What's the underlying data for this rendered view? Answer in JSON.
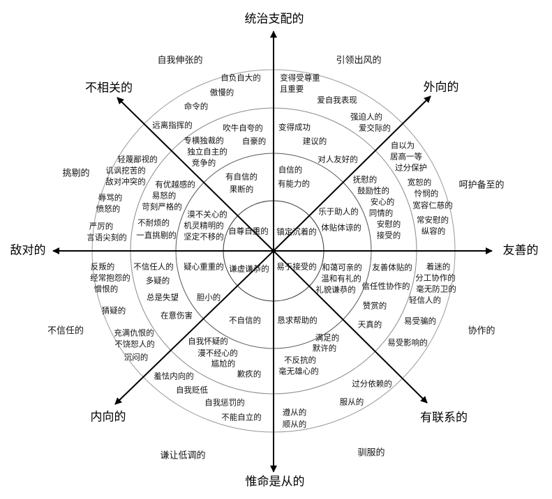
{
  "axes": {
    "top": "统治支配的",
    "bottom": "惟命是从的",
    "left": "敌对的",
    "right": "友善的",
    "upper_left": "不相关的",
    "upper_right": "外向的",
    "lower_left": "内向的",
    "lower_right": "有联系的"
  },
  "outer": {
    "o1": "自我伸张的",
    "o2": "引领出风的",
    "o3": "挑剔的",
    "o4": "呵护备至的",
    "o5": "不信任的",
    "o6": "协作的",
    "o7": "谦让低调的",
    "o8": "驯服的"
  },
  "ring3": {
    "a1": "自负自大的",
    "a2": "傲慢的",
    "a3": "命令的",
    "a4": "远离指挥的",
    "b1": "变得受尊重",
    "b2": "且重要",
    "b3": "爱自我表现",
    "b4": "强迫人的",
    "b5": "爱交际的",
    "c1": "轻蔑鄙视的",
    "c2": "讥讽挖苦的",
    "c3": "敌对冲突的",
    "c4": "辱骂的",
    "c5": "愤怒的",
    "c6": "严厉的",
    "c7": "言语尖刻的",
    "d1": "自以为",
    "d2": "居高一等",
    "d3": "过分保护",
    "d4": "宽恕的",
    "d5": "怜悯的",
    "d6": "宽容仁慈的",
    "d7": "常安慰的",
    "d8": "纵容的",
    "e1": "反叛的",
    "e2": "经常抱怨的",
    "e3": "憎恨的",
    "e4": "猜疑的",
    "e5": "充满仇恨的",
    "e6": "不饶恕人的",
    "e7": "沉闷的",
    "f1": "着迷的",
    "f2": "分工协作的",
    "f3": "毫无防卫的",
    "f4": "轻信人的",
    "f5": "易受骗的",
    "f6": "易受影响的",
    "g1": "羞怯内向的",
    "g2": "自我贬低",
    "g3": "自我惩罚的",
    "g4": "不能自立的",
    "h1": "过分依赖的",
    "h2": "服从的",
    "h3": "遵从的",
    "h4": "顺从的"
  },
  "ring2": {
    "a1": "吹牛自夸的",
    "a2": "自豪的",
    "a3": "专横独裁的",
    "a4": "独立自主的",
    "a5": "竞争的",
    "b1": "变得成功",
    "b2": "建议的",
    "b3": "对人友好的",
    "c1": "有优越感的",
    "c2": "易怒的",
    "c3": "苛刻严格的",
    "c4": "不耐烦的",
    "c5": "一直挑剔的",
    "d1": "抚慰的",
    "d2": "鼓励性的",
    "d3": "安心的",
    "d4": "同情的",
    "d5": "安慰的",
    "d6": "接受的",
    "e1": "不信任人的",
    "e2": "多疑的",
    "e3": "总是失望",
    "e4": "在意伤害",
    "f1": "友善体贴的",
    "f2": "信任性协作的",
    "f3": "赞赏的",
    "f4": "天真的",
    "g1": "自我怀疑的",
    "g2": "漫不经心的",
    "g3": "尴尬的",
    "g4": "歉疚的",
    "h1": "满足的",
    "h2": "默许的",
    "h3": "不反抗的",
    "h4": "毫无雄心的"
  },
  "ring1": {
    "a1": "有自信的",
    "a2": "果断的",
    "b1": "自信的",
    "b2": "有能力的",
    "c1": "漠不关心的",
    "c2": "机灵精明的",
    "c3": "坚定不移的",
    "d1": "乐于助人的",
    "d2": "体贴体谅的",
    "e1": "疑心重重的",
    "e2": "胆小的",
    "f1": "和蔼可亲的",
    "f2": "温和有礼的",
    "f3": "礼貌谦恭的",
    "g1": "不自信的",
    "h1": "恳求帮助的"
  },
  "center": {
    "ul": "自尊自重的",
    "ur": "镇定沉着的",
    "ll": "谦虚谦恭的",
    "lr": "易于接受的"
  }
}
